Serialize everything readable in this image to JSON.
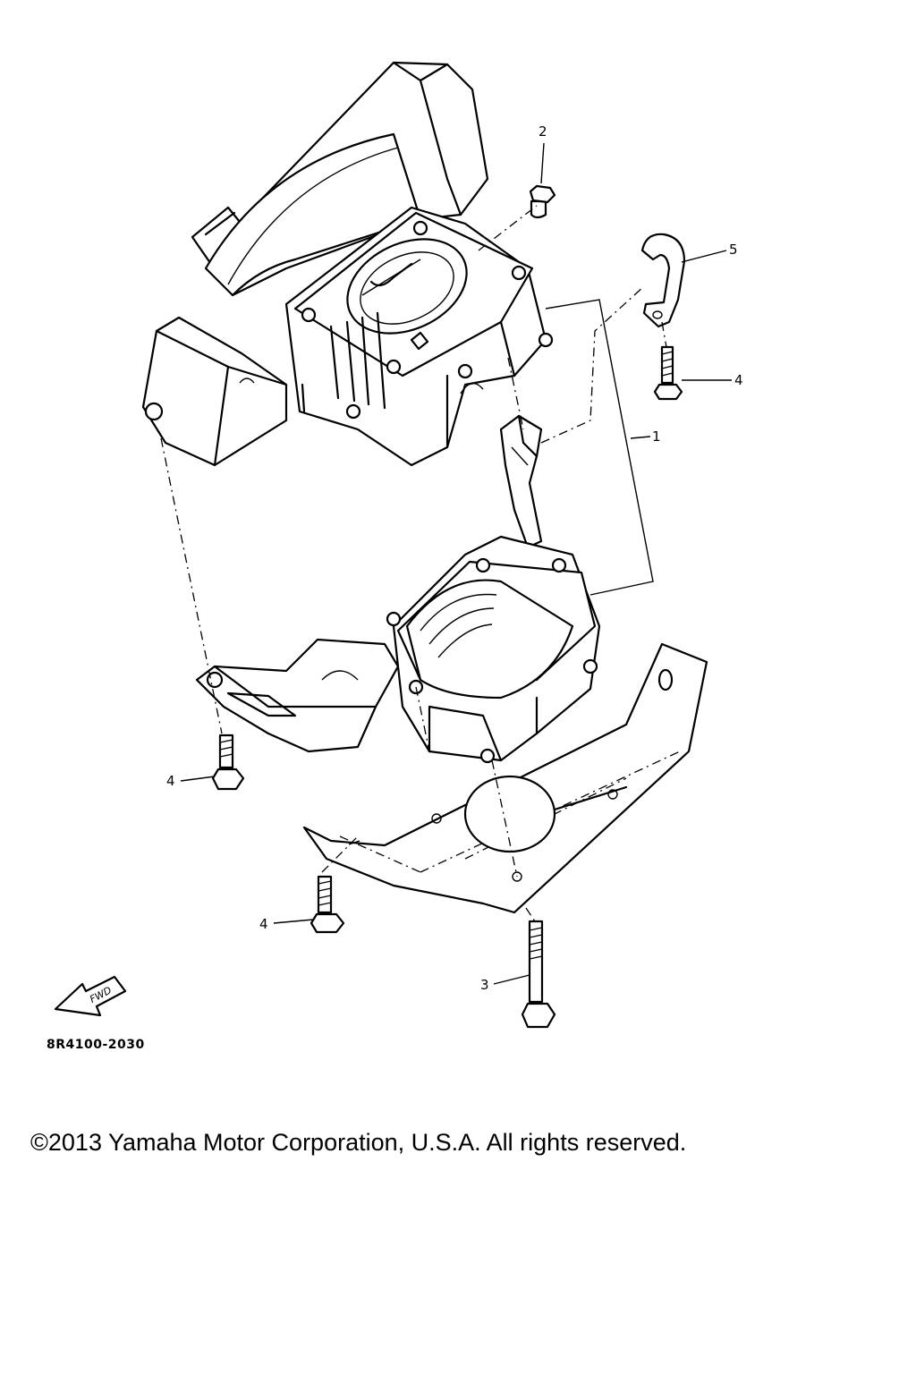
{
  "callouts": {
    "c1": "1",
    "c2": "2",
    "c3": "3",
    "c4a": "4",
    "c4b": "4",
    "c4c": "4",
    "c5": "5"
  },
  "fwd_label": "FWD",
  "part_number": "8R4100-2030",
  "copyright": "©2013 Yamaha Motor Corporation, U.S.A. All rights reserved."
}
